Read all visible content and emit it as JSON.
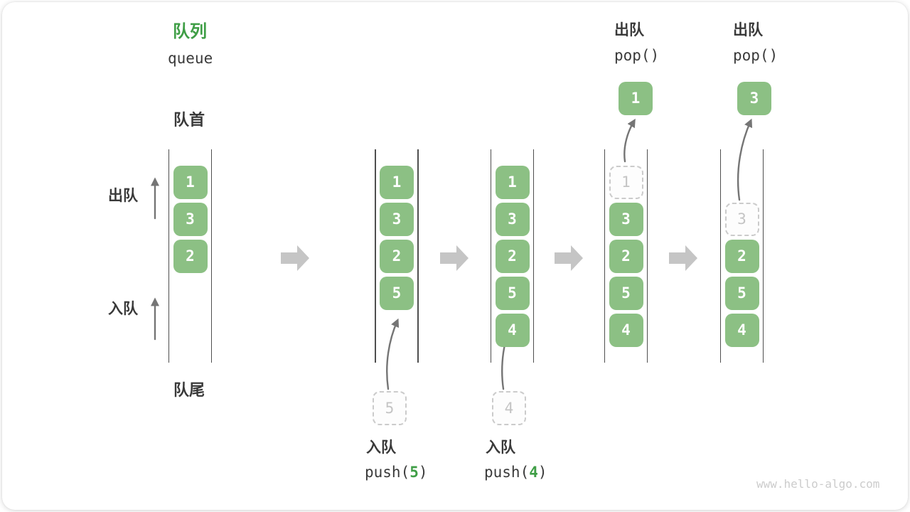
{
  "title": {
    "zh": "队列",
    "en": "queue"
  },
  "side_labels": {
    "front": "队首",
    "rear": "队尾",
    "dequeue": "出队",
    "enqueue": "入队"
  },
  "watermark": "www.hello-algo.com",
  "colors": {
    "element_fill": "#8CC084",
    "element_text": "#FFFFFF",
    "accent_green": "#3F9E46",
    "text_dark": "#3A3A3A",
    "ghost_border": "#CBCBCB",
    "ghost_text": "#C4C4C4",
    "thin_arrow": "#757575",
    "block_arrow": "#C5C5C5",
    "column_line": "#4F4F4F",
    "watermark_gray": "#CCCCCC"
  },
  "states": [
    {
      "name": "initial",
      "cells": [
        {
          "value": "1",
          "style": "solid"
        },
        {
          "value": "3",
          "style": "solid"
        },
        {
          "value": "2",
          "style": "solid"
        }
      ]
    },
    {
      "name": "after-push-5",
      "cells": [
        {
          "value": "1",
          "style": "solid"
        },
        {
          "value": "3",
          "style": "solid"
        },
        {
          "value": "2",
          "style": "solid"
        },
        {
          "value": "5",
          "style": "solid"
        }
      ],
      "incoming": {
        "staged_value": "5",
        "label": "入队",
        "code_prefix": "push(",
        "code_arg": "5",
        "code_suffix": ")"
      }
    },
    {
      "name": "after-push-4",
      "cells": [
        {
          "value": "1",
          "style": "solid"
        },
        {
          "value": "3",
          "style": "solid"
        },
        {
          "value": "2",
          "style": "solid"
        },
        {
          "value": "5",
          "style": "solid"
        },
        {
          "value": "4",
          "style": "solid"
        }
      ],
      "incoming": {
        "staged_value": "4",
        "label": "入队",
        "code_prefix": "push(",
        "code_arg": "4",
        "code_suffix": ")"
      }
    },
    {
      "name": "after-pop-1",
      "cells": [
        {
          "value": "1",
          "style": "ghost"
        },
        {
          "value": "3",
          "style": "solid"
        },
        {
          "value": "2",
          "style": "solid"
        },
        {
          "value": "5",
          "style": "solid"
        },
        {
          "value": "4",
          "style": "solid"
        }
      ],
      "outgoing": {
        "popped_value": "1",
        "label": "出队",
        "code": "pop()"
      }
    },
    {
      "name": "after-pop-3",
      "cells": [
        {
          "style": "empty"
        },
        {
          "value": "3",
          "style": "ghost"
        },
        {
          "value": "2",
          "style": "solid"
        },
        {
          "value": "5",
          "style": "solid"
        },
        {
          "value": "4",
          "style": "solid"
        }
      ],
      "outgoing": {
        "popped_value": "3",
        "label": "出队",
        "code": "pop()"
      }
    }
  ]
}
